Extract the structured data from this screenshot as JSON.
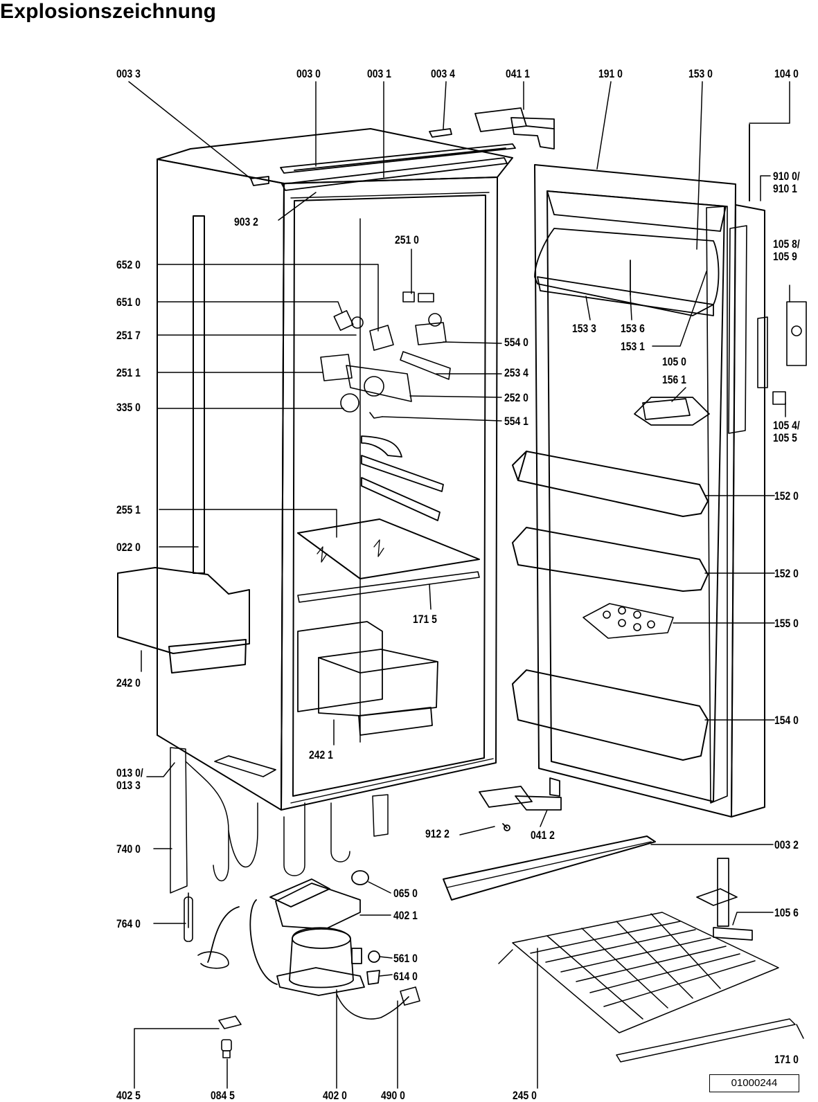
{
  "title": "Explosionszeichnung",
  "drawing_number": "01000244",
  "labels": {
    "l0033": "003 3",
    "l0030": "003 0",
    "l0031": "003 1",
    "l0034": "003 4",
    "l0411": "041 1",
    "l1910": "191 0",
    "l1530": "153 0",
    "l1040": "104 0",
    "l9100": "910 0/",
    "l9101": "910 1",
    "l9032": "903 2",
    "l6520": "652 0",
    "l6510": "651 0",
    "l2517": "251 7",
    "l2511": "251 1",
    "l3350": "335 0",
    "l2510": "251 0",
    "l5540": "554 0",
    "l2534": "253 4",
    "l2520": "252 0",
    "l5541": "554 1",
    "l1533": "153 3",
    "l1536": "153 6",
    "l1531": "153 1",
    "l1050": "105 0",
    "l1561": "156 1",
    "l1058": "105 8/",
    "l1059": "105 9",
    "l1054": "105 4/",
    "l1055": "105 5",
    "l2551": "255 1",
    "l0220": "022 0",
    "l1715": "171 5",
    "l1520a": "152 0",
    "l1520b": "152 0",
    "l1550": "155 0",
    "l2420": "242 0",
    "l2421": "242 1",
    "l1540": "154 0",
    "l0130": "013 0/",
    "l0133": "013 3",
    "l9122": "912 2",
    "l0412": "041 2",
    "l0032": "003 2",
    "l7400": "740 0",
    "l0650": "065 0",
    "l4021": "402 1",
    "l1056": "105 6",
    "l7640": "764 0",
    "l5610": "561 0",
    "l6140": "614 0",
    "l1710": "171 0",
    "l4025": "402 5",
    "l0845": "084 5",
    "l4020": "402 0",
    "l4900": "490 0",
    "l2450": "245 0"
  }
}
